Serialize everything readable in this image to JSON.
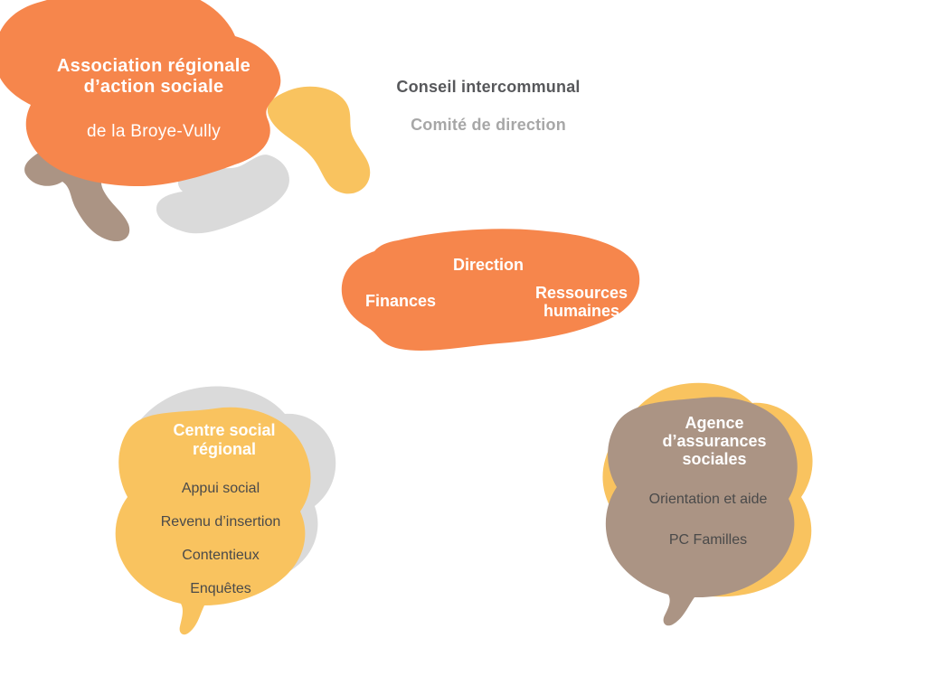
{
  "colors": {
    "orange": "#F6864C",
    "yellow": "#F9C35F",
    "taupe": "#AB9484",
    "gray": "#DADADA",
    "title_text": "#FFFFFF",
    "council_text": "#57585B",
    "committee_text": "#A7A7A7",
    "item_text": "#4A4A4A"
  },
  "header": {
    "title_line1": "Association régionale",
    "title_line2": "d’action sociale",
    "subtitle": "de la Broye-Vully",
    "council": "Conseil intercommunal",
    "committee": "Comité de direction"
  },
  "direction": {
    "title": "Direction",
    "finances": "Finances",
    "ressources_line1": "Ressources",
    "ressources_line2": "humaines"
  },
  "centre_social": {
    "title_line1": "Centre social",
    "title_line2": "régional",
    "items": [
      "Appui social",
      "Revenu d’insertion",
      "Contentieux",
      "Enquêtes"
    ]
  },
  "agence": {
    "title_line1": "Agence",
    "title_line2": "d’assurances",
    "title_line3": "sociales",
    "items": [
      "Orientation et aide",
      "PC Familles"
    ]
  }
}
